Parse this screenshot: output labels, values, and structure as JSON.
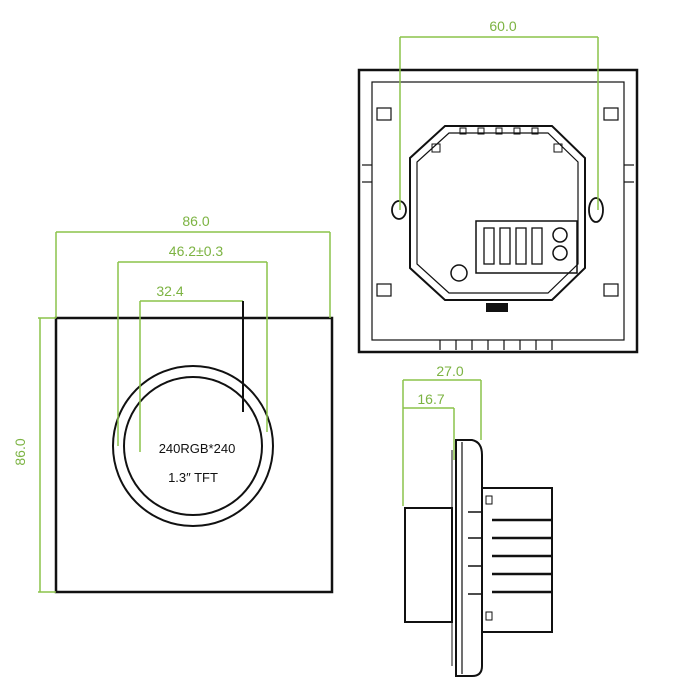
{
  "colors": {
    "dimension": "#8bc34a",
    "outline": "#111111",
    "background": "#ffffff"
  },
  "front_view": {
    "width_dim": "86.0",
    "height_dim": "86.0",
    "ring_dim": "46.2±0.3",
    "screen_dim": "32.4",
    "screen_text_1": "240RGB*240",
    "screen_text_2": "1.3″ TFT"
  },
  "back_view": {
    "hole_spacing_dim": "60.0"
  },
  "side_view": {
    "total_depth_dim": "27.0",
    "body_depth_dim": "16.7"
  }
}
